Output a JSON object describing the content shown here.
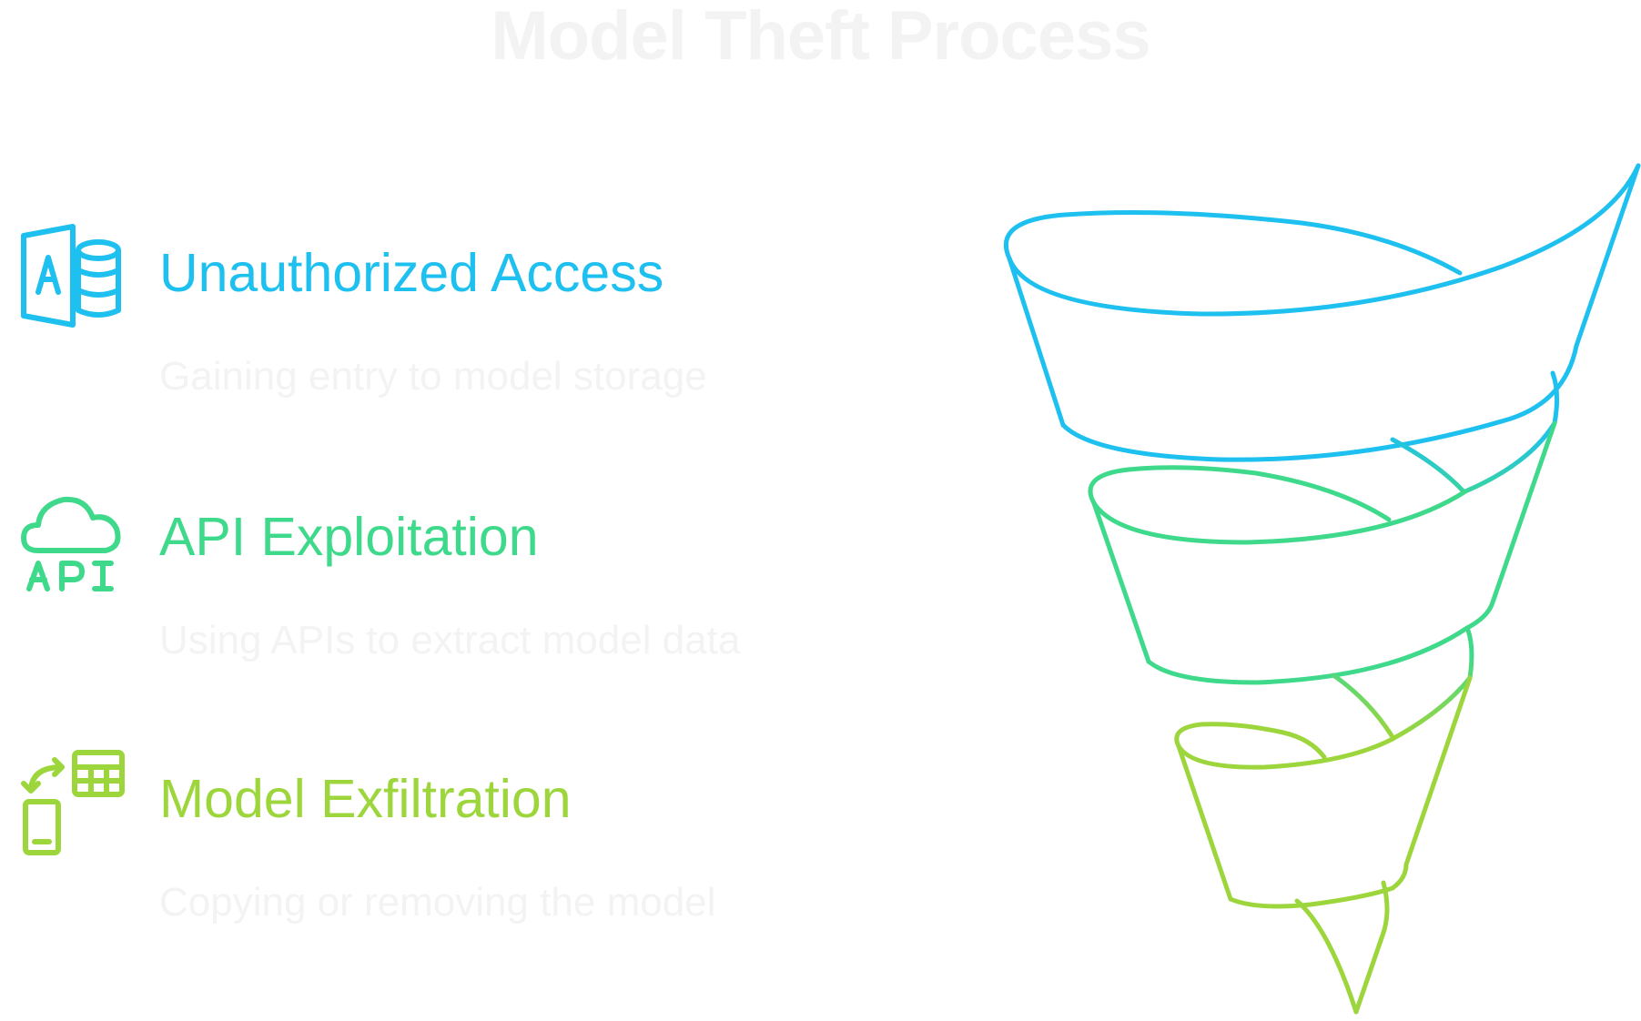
{
  "title": "Model Theft Process",
  "colors": {
    "title": "#f3f3f4",
    "description": "#f3f3f4",
    "blue": "#1ec0f0",
    "green": "#3fd98c",
    "lime": "#9dd63c"
  },
  "steps": [
    {
      "label": "Unauthorized Access",
      "description": "Gaining entry to model storage",
      "icon": "document-database-icon",
      "color": "#1ec0f0"
    },
    {
      "label": "API Exploitation",
      "description": "Using APIs to extract model data",
      "icon": "cloud-api-icon",
      "color": "#3fd98c"
    },
    {
      "label": "Model Exfiltration",
      "description": "Copying or removing the model",
      "icon": "phone-table-transfer-icon",
      "color": "#9dd63c"
    }
  ]
}
